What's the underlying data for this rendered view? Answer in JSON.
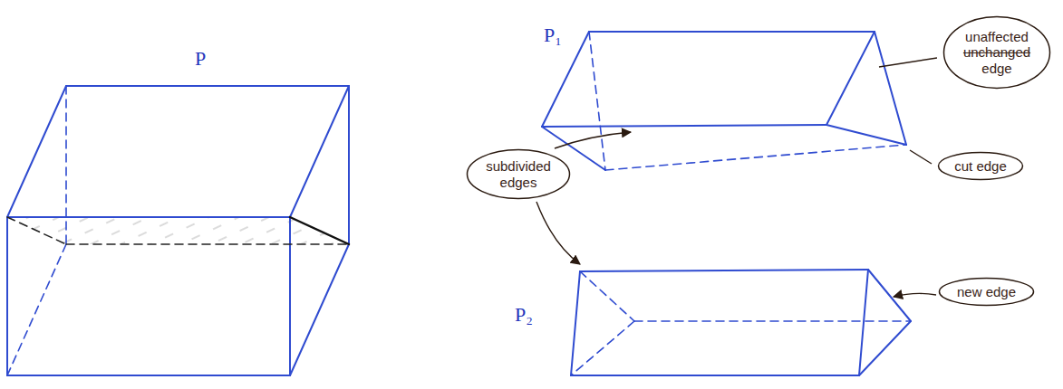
{
  "diagram": {
    "nodes": [
      {
        "text": [
          "unaffected",
          "unchanged",
          "edge"
        ]
      },
      {
        "text": [
          "cut edge"
        ]
      },
      {
        "text": [
          "subdivided",
          "edges"
        ]
      },
      {
        "text": [
          "new edge"
        ]
      }
    ],
    "labels": [
      "P",
      "P₁",
      "P₂"
    ]
  }
}
